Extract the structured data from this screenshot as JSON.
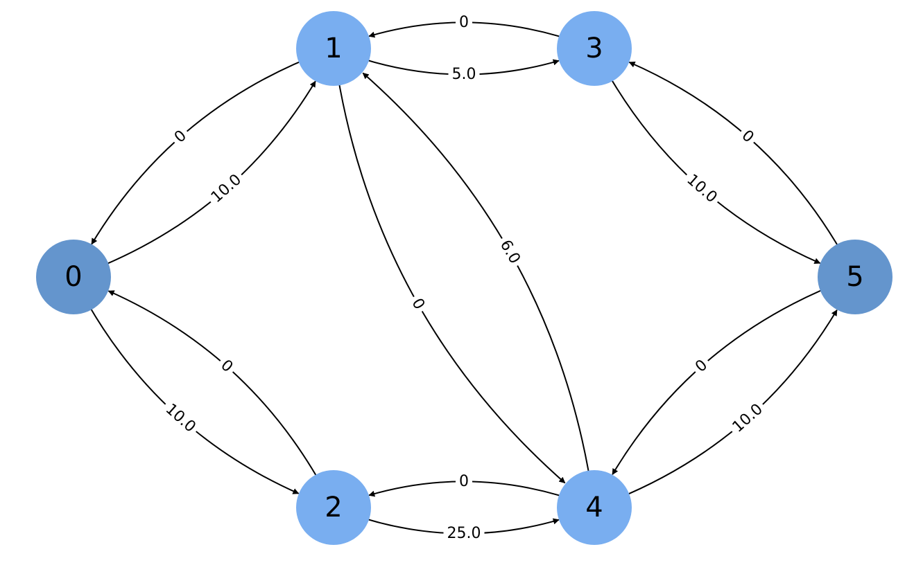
{
  "colors": {
    "source_sink_node": "#6495cd",
    "inner_node": "#79aef0",
    "edge": "#000000",
    "label_bg": "#ffffff"
  },
  "nodes": [
    {
      "id": "0",
      "label": "0",
      "kind": "source_sink"
    },
    {
      "id": "1",
      "label": "1",
      "kind": "inner"
    },
    {
      "id": "2",
      "label": "2",
      "kind": "inner"
    },
    {
      "id": "3",
      "label": "3",
      "kind": "inner"
    },
    {
      "id": "4",
      "label": "4",
      "kind": "inner"
    },
    {
      "id": "5",
      "label": "5",
      "kind": "source_sink"
    }
  ],
  "edges": [
    {
      "from": "0",
      "to": "1",
      "label": "10.0"
    },
    {
      "from": "1",
      "to": "0",
      "label": "0"
    },
    {
      "from": "0",
      "to": "2",
      "label": "10.0"
    },
    {
      "from": "2",
      "to": "0",
      "label": "0"
    },
    {
      "from": "1",
      "to": "3",
      "label": "5.0"
    },
    {
      "from": "3",
      "to": "1",
      "label": "0"
    },
    {
      "from": "4",
      "to": "1",
      "label": "6.0"
    },
    {
      "from": "1",
      "to": "4",
      "label": "0"
    },
    {
      "from": "2",
      "to": "4",
      "label": "25.0"
    },
    {
      "from": "4",
      "to": "2",
      "label": "0"
    },
    {
      "from": "3",
      "to": "5",
      "label": "10.0"
    },
    {
      "from": "5",
      "to": "3",
      "label": "0"
    },
    {
      "from": "4",
      "to": "5",
      "label": "10.0"
    },
    {
      "from": "5",
      "to": "4",
      "label": "0"
    }
  ]
}
